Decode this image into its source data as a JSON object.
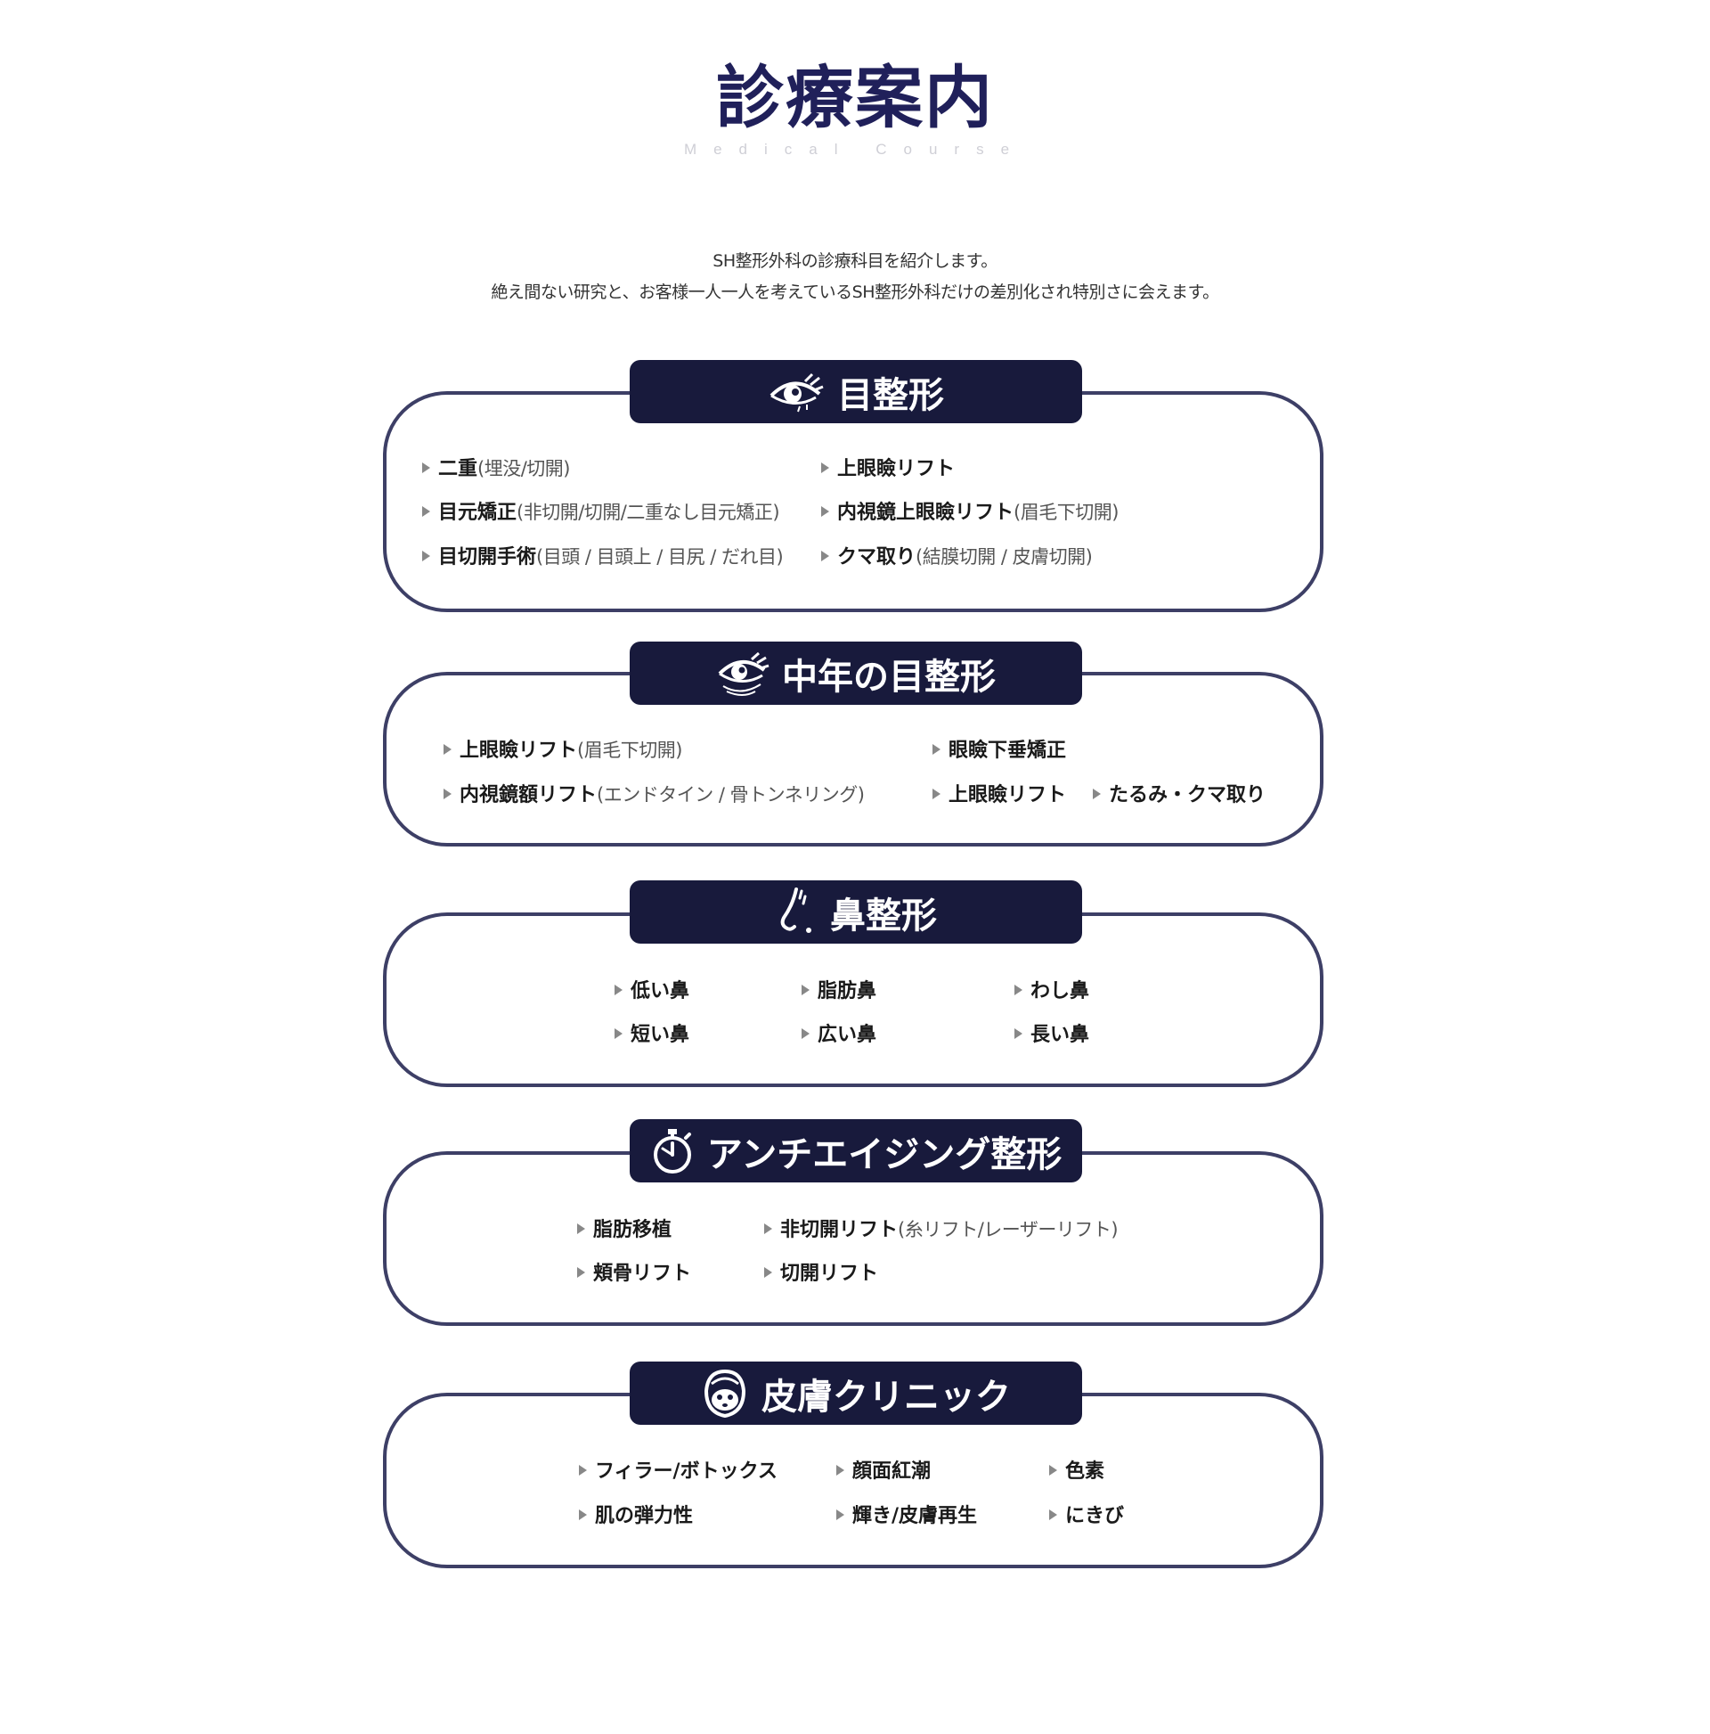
{
  "heading": {
    "title": "診療案内",
    "subtitle": "Medical Course"
  },
  "intro": {
    "line1": "SH整形外科の診療科目を紹介します。",
    "line2": "絶え間ない研究と、お客様一人一人を考えているSH整形外科だけの差別化され特別さに会えます。"
  },
  "sections": [
    {
      "title": "目整形",
      "icon": "eye-icon",
      "items": [
        {
          "main": "二重",
          "sub": "(埋没/切開)"
        },
        {
          "main": "上眼瞼リフト",
          "sub": ""
        },
        {
          "main": "目元矯正",
          "sub": "(非切開/切開/二重なし目元矯正)"
        },
        {
          "main": "内視鏡上眼瞼リフト",
          "sub": "(眉毛下切開)"
        },
        {
          "main": "目切開手術",
          "sub": "(目頭 / 目頭上 / 目尻 / だれ目)"
        },
        {
          "main": "クマ取り",
          "sub": "(結膜切開 / 皮膚切開)"
        }
      ]
    },
    {
      "title": "中年の目整形",
      "icon": "eye-wrinkle-icon",
      "items": [
        {
          "main": "上眼瞼リフト",
          "sub": "(眉毛下切開)"
        },
        {
          "main": "眼瞼下垂矯正",
          "sub": ""
        },
        {
          "main": "内視鏡額リフト",
          "sub": "(エンドタイン / 骨トンネリング)"
        },
        {
          "main": "上眼瞼リフト",
          "sub": ""
        },
        {
          "main": "たるみ・クマ取り",
          "sub": ""
        }
      ]
    },
    {
      "title": "鼻整形",
      "icon": "nose-icon",
      "items": [
        {
          "main": "低い鼻",
          "sub": ""
        },
        {
          "main": "脂肪鼻",
          "sub": ""
        },
        {
          "main": "わし鼻",
          "sub": ""
        },
        {
          "main": "短い鼻",
          "sub": ""
        },
        {
          "main": "広い鼻",
          "sub": ""
        },
        {
          "main": "長い鼻",
          "sub": ""
        }
      ]
    },
    {
      "title": "アンチエイジング整形",
      "icon": "stopwatch-icon",
      "items": [
        {
          "main": "脂肪移植",
          "sub": ""
        },
        {
          "main": "非切開リフト",
          "sub": "(糸リフト/レーザーリフト)"
        },
        {
          "main": "頬骨リフト",
          "sub": ""
        },
        {
          "main": "切開リフト",
          "sub": ""
        }
      ]
    },
    {
      "title": "皮膚クリニック",
      "icon": "face-mask-icon",
      "items": [
        {
          "main": "フィラー/ボトックス",
          "sub": ""
        },
        {
          "main": "顔面紅潮",
          "sub": ""
        },
        {
          "main": "色素",
          "sub": ""
        },
        {
          "main": "肌の弾力性",
          "sub": ""
        },
        {
          "main": "輝き/皮膚再生",
          "sub": ""
        },
        {
          "main": "にきび",
          "sub": ""
        }
      ]
    }
  ]
}
